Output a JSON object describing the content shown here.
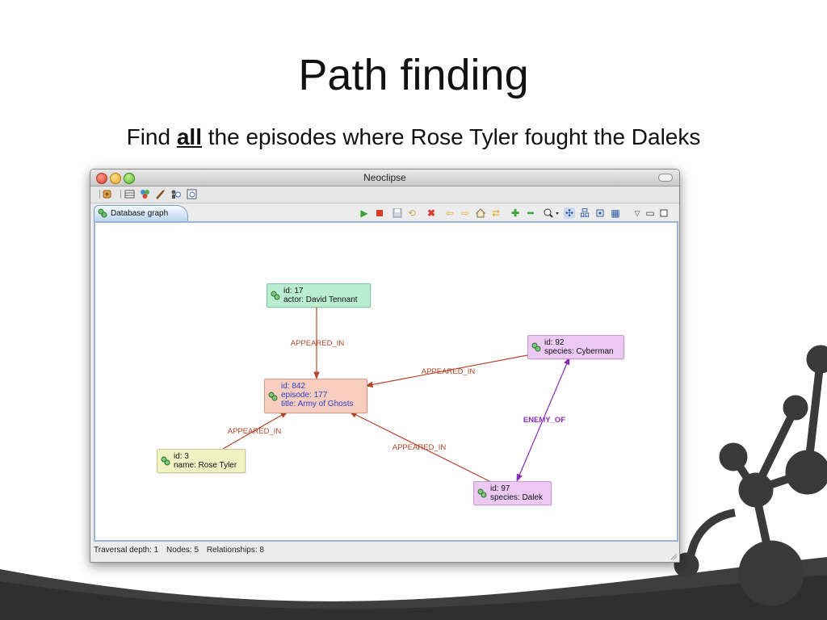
{
  "slide": {
    "title": "Path finding",
    "subtitle_pre": "Find",
    "subtitle_emph": "all",
    "subtitle_post": "the episodes where Rose Tyler fought the Daleks"
  },
  "window": {
    "title": "Neoclipse",
    "tab_label": "Database graph"
  },
  "graph": {
    "nodes": [
      {
        "id": "n17",
        "lines": [
          "id: 17",
          "actor: David Tennant"
        ],
        "color": "#b9ecd1",
        "border": "#7cc9a0",
        "text_color": "#111111"
      },
      {
        "id": "n842",
        "lines": [
          "id: 842",
          "episode: 177",
          "title: Army of Ghosts"
        ],
        "color": "#f7cdbf",
        "border": "#d99a85",
        "text_color": "#2b3fc7"
      },
      {
        "id": "n92",
        "lines": [
          "id: 92",
          "species: Cyberman"
        ],
        "color": "#ecc9f2",
        "border": "#c79ad2",
        "text_color": "#111111"
      },
      {
        "id": "n3",
        "lines": [
          "id: 3",
          "name: Rose Tyler"
        ],
        "color": "#f1f2c4",
        "border": "#c9ca94",
        "text_color": "#111111"
      },
      {
        "id": "n97",
        "lines": [
          "id: 97",
          "species: Dalek"
        ],
        "color": "#ecc9f2",
        "border": "#c79ad2",
        "text_color": "#111111"
      }
    ],
    "relationships": [
      {
        "from": "n17",
        "to": "n842",
        "label": "APPEARED_IN",
        "color": "#b5452a"
      },
      {
        "from": "n92",
        "to": "n842",
        "label": "APPEARED_IN",
        "color": "#b5452a"
      },
      {
        "from": "n3",
        "to": "n842",
        "label": "APPEARED_IN",
        "color": "#b5452a"
      },
      {
        "from": "n97",
        "to": "n842",
        "label": "APPEARED_IN",
        "color": "#b5452a"
      },
      {
        "from": "n97",
        "to": "n92",
        "label": "ENEMY_OF",
        "color": "#8a2bb8",
        "bidirectional": true
      }
    ]
  },
  "status": {
    "depth": "Traversal depth: 1",
    "nodes": "Nodes: 5",
    "relationships": "Relationships: 8"
  },
  "toolbar": {
    "left_icons": [
      "package-icon",
      "table-icon",
      "nodes-icon",
      "rocket-icon",
      "help-icons"
    ],
    "view_icons": [
      "play-icon",
      "stop-icon",
      "save-icon",
      "undo-icon",
      "delete-icon",
      "back-icon",
      "forward-icon",
      "home-icon",
      "refresh-icon",
      "add-icon",
      "remove-icon",
      "zoom-icon",
      "layout-spring-icon",
      "layout-tree-icon",
      "layout-radial-icon",
      "layout-grid-icon",
      "view-menu-icon",
      "minimize-icon",
      "maximize-icon"
    ]
  }
}
